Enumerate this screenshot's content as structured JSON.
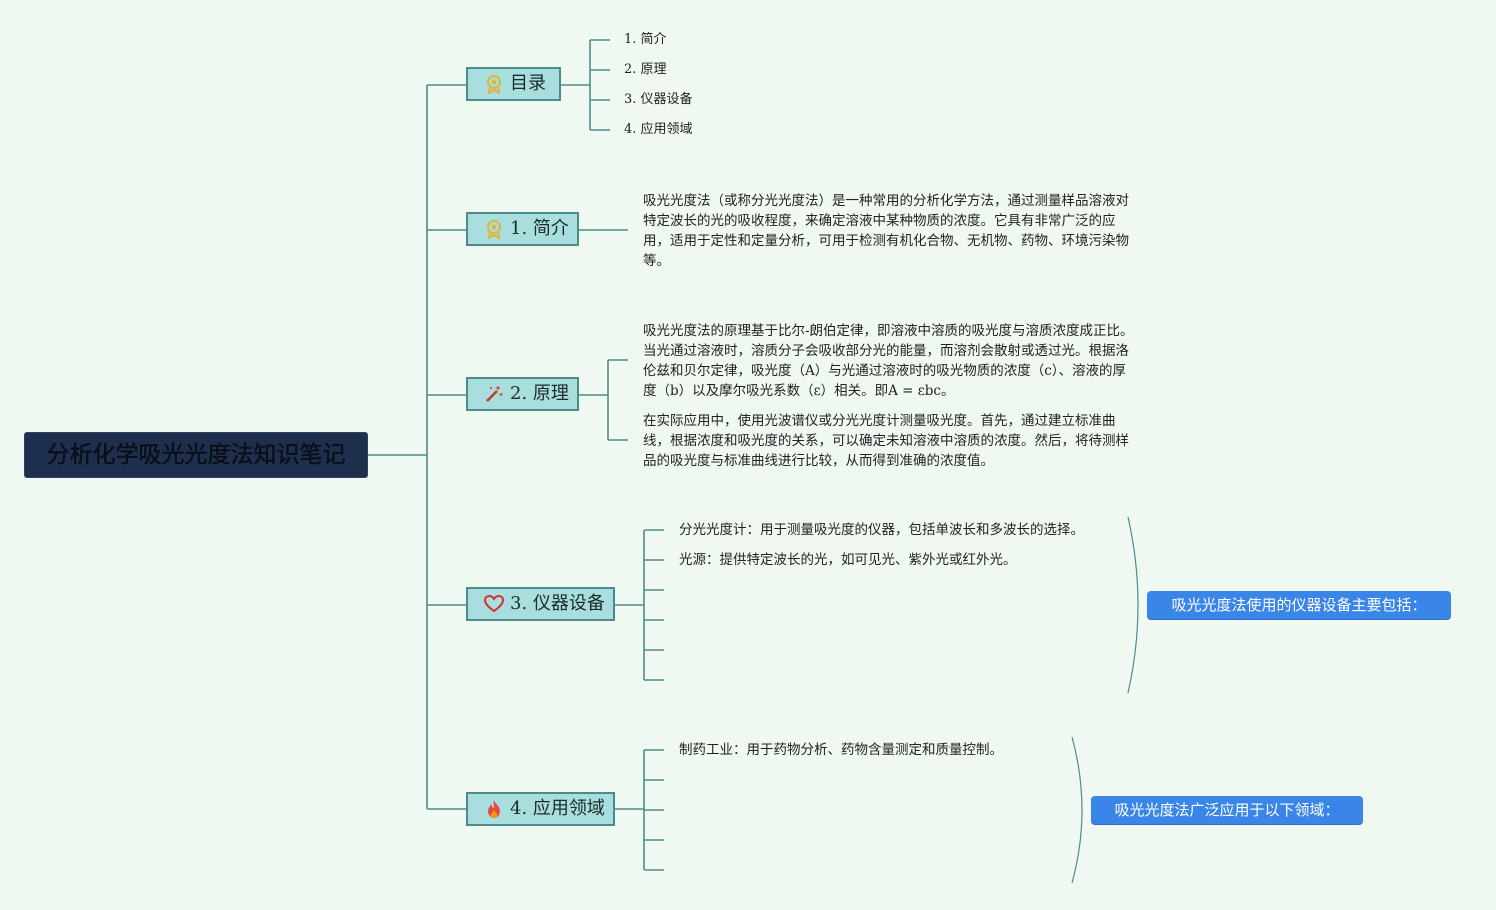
{
  "root": {
    "title": "分析化学吸光光度法知识笔记"
  },
  "topics": {
    "toc": {
      "label": "目录",
      "icon": "award-icon"
    },
    "intro": {
      "label": "1. 简介",
      "icon": "award-icon"
    },
    "principle": {
      "label": "2. 原理",
      "icon": "magic-wand-icon"
    },
    "equipment": {
      "label": "3. 仪器设备",
      "icon": "heart-icon"
    },
    "applications": {
      "label": "4. 应用领域",
      "icon": "fire-icon"
    }
  },
  "toc_items": [
    "1. 简介",
    "2. 原理",
    "3. 仪器设备",
    "4. 应用领域"
  ],
  "intro_text": "吸光光度法（或称分光光度法）是一种常用的分析化学方法，通过测量样品溶液对特定波长的光的吸收程度，来确定溶液中某种物质的浓度。它具有非常广泛的应用，适用于定性和定量分析，可用于检测有机化合物、无机物、药物、环境污染物等。",
  "principle_text_1": "吸光光度法的原理基于比尔-朗伯定律，即溶液中溶质的吸光度与溶质浓度成正比。当光通过溶液时，溶质分子会吸收部分光的能量，而溶剂会散射或透过光。根据洛伦兹和贝尔定律，吸光度（A）与光通过溶液时的吸光物质的浓度（c）、溶液的厚度（b）以及摩尔吸光系数（ε）相关。即A = εbc。",
  "principle_text_2": "在实际应用中，使用光波谱仪或分光光度计测量吸光度。首先，通过建立标准曲线，根据浓度和吸光度的关系，可以确定未知溶液中溶质的浓度。然后，将待测样品的吸光度与标准曲线进行比较，从而得到准确的浓度值。",
  "equipment_items": [
    "分光光度计：用于测量吸光度的仪器，包括单波长和多波长的选择。",
    "光源：提供特定波长的光，如可见光、紫外光或红外光。"
  ],
  "equipment_summary": "吸光光度法使用的仪器设备主要包括：",
  "application_items": [
    "制药工业：用于药物分析、药物含量测定和质量控制。"
  ],
  "application_summary": "吸光光度法广泛应用于以下领域：",
  "colors": {
    "background": "#f0f9f1",
    "root": "#1e2f4d",
    "topic_fill": "#a8dedd",
    "topic_border": "#4d8c86",
    "line": "#4d8c86",
    "callout": "#3a86e8"
  }
}
